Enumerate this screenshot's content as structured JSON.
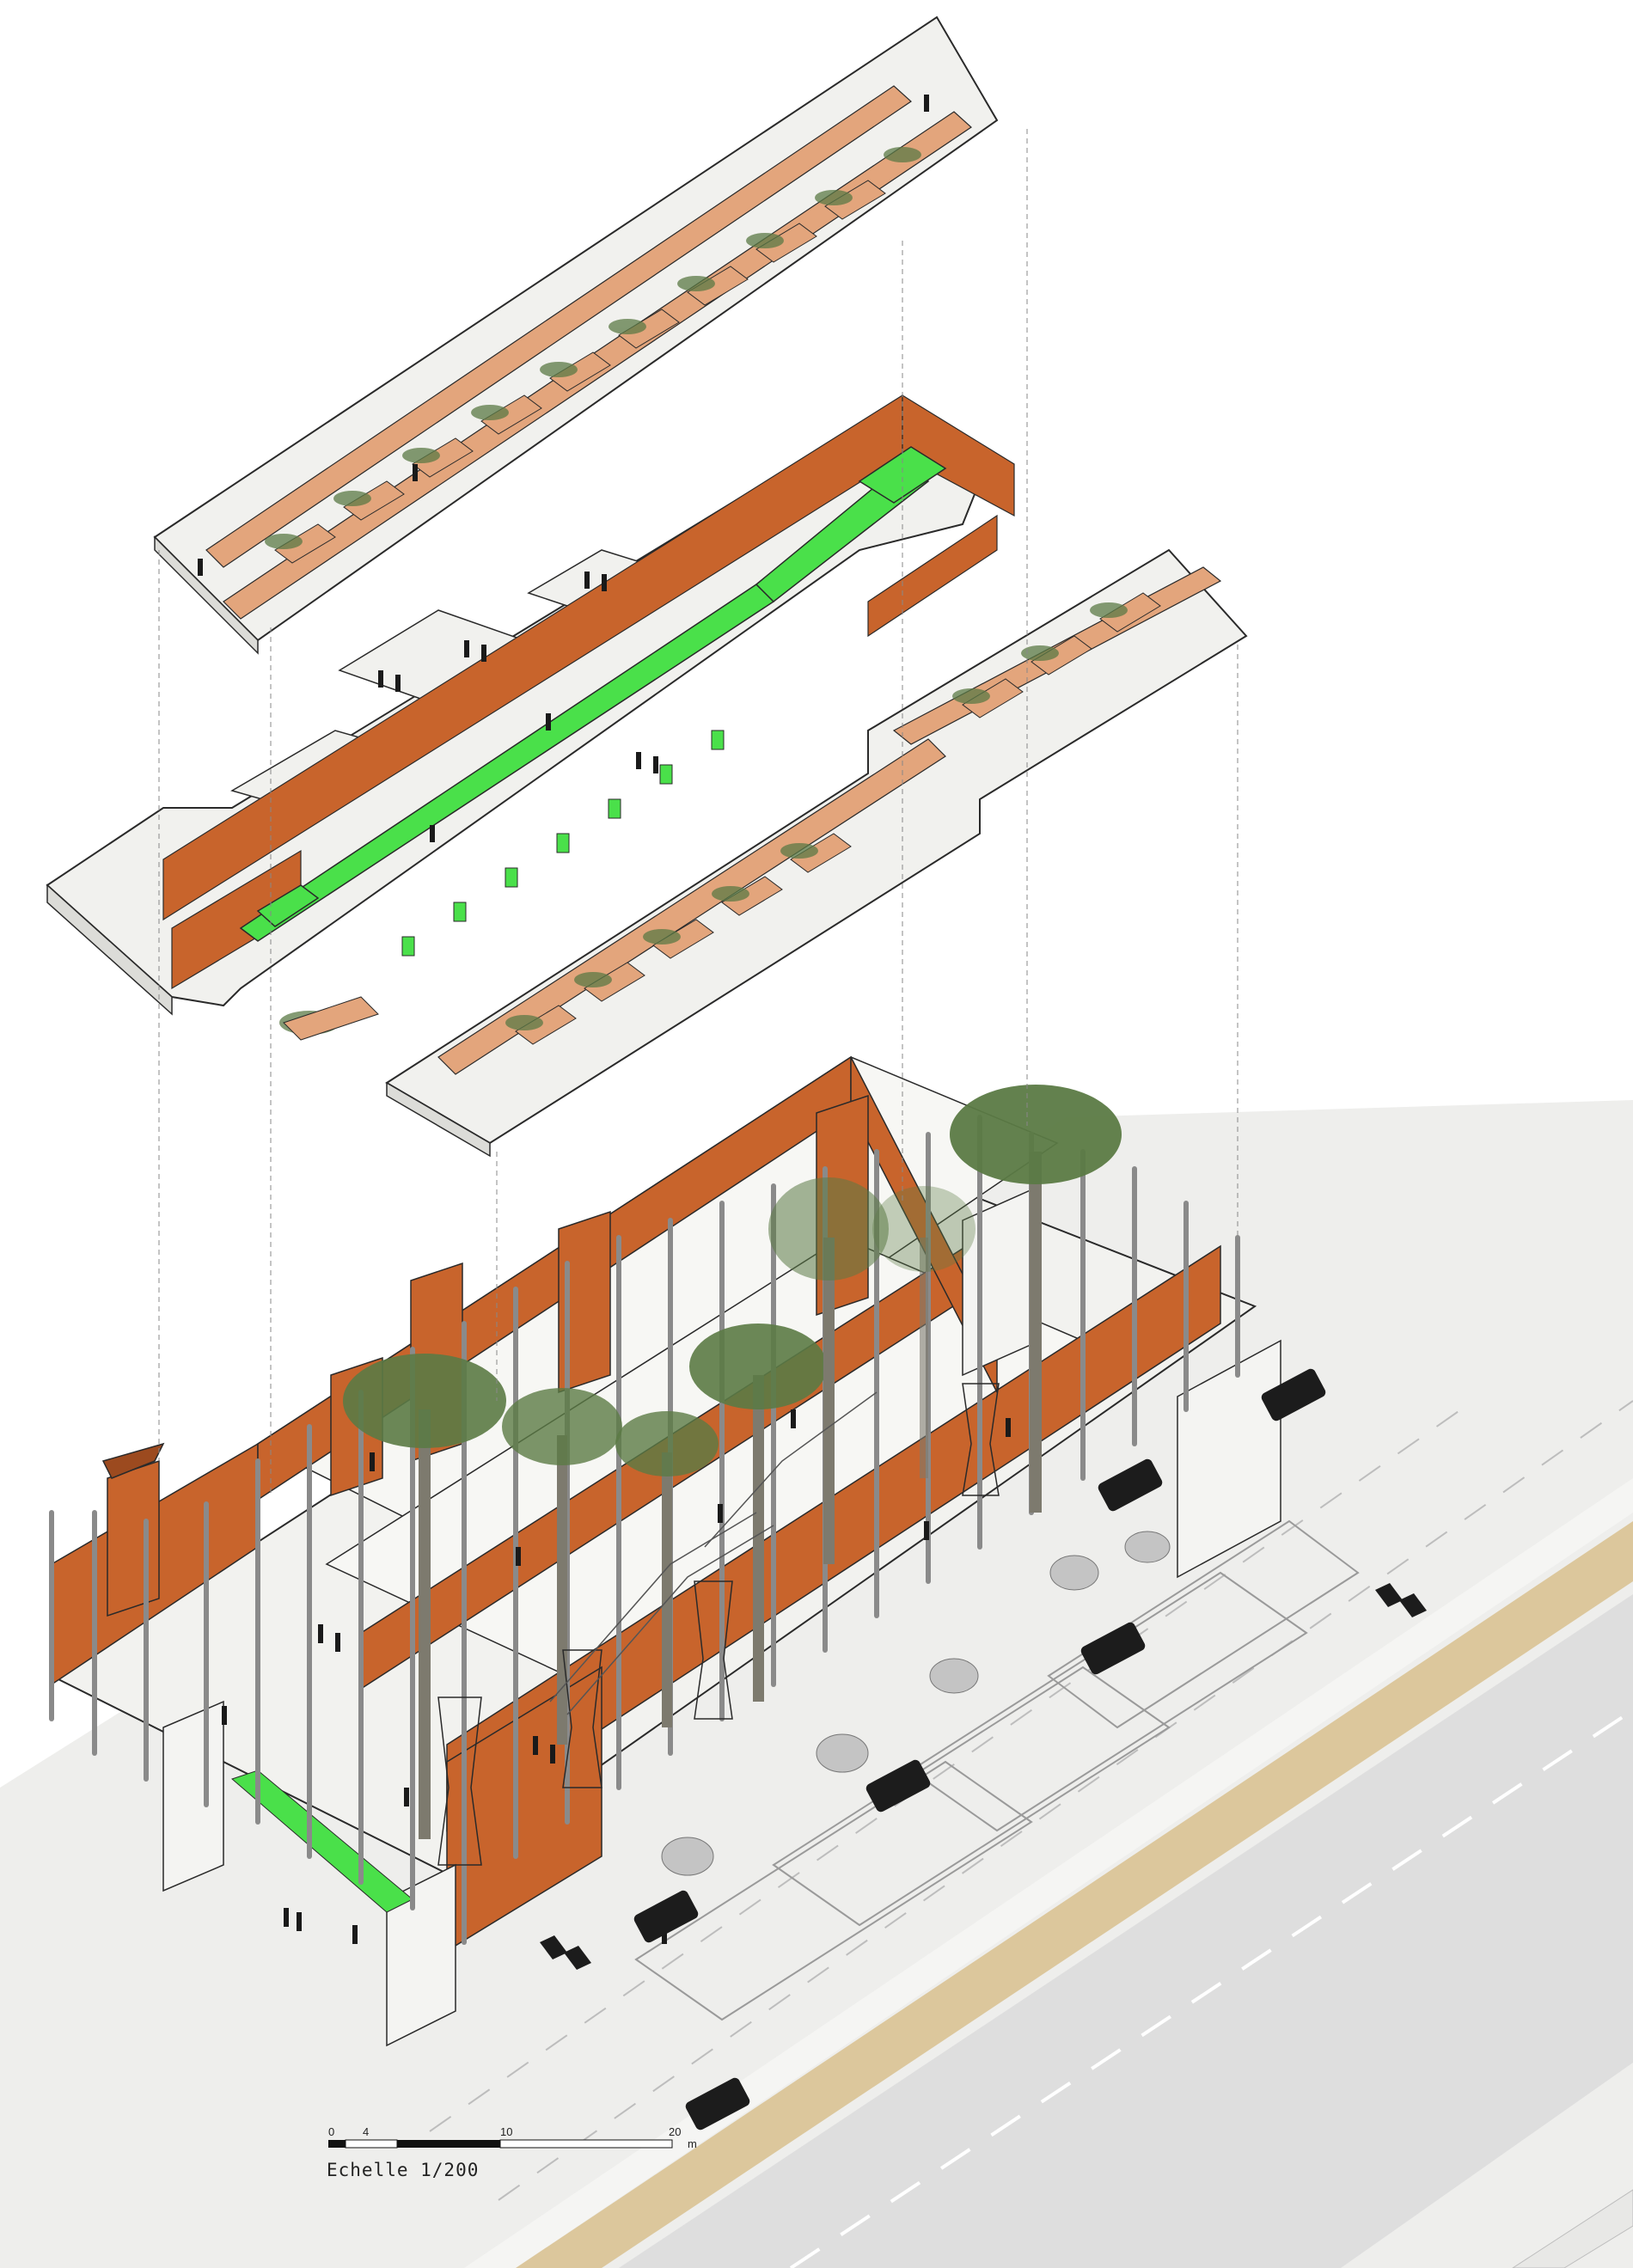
{
  "colors": {
    "brick": "#c8642c",
    "brick_dark": "#9c4a1f",
    "planter": "#e3a57c",
    "green_path": "#4ae04a",
    "slab": "#f1f1ee",
    "outline": "#2a2a2a",
    "ground": "#eeeeec",
    "road": "#dedede",
    "sand": "#dcc79c",
    "vehicle": "#1c1c1c",
    "foliage": "#5b7a45",
    "trunk": "#7d7a6e"
  },
  "scale": {
    "ticks": [
      "0",
      "4",
      "10",
      "20"
    ],
    "unit": "m",
    "label": "Echelle 1/200"
  }
}
